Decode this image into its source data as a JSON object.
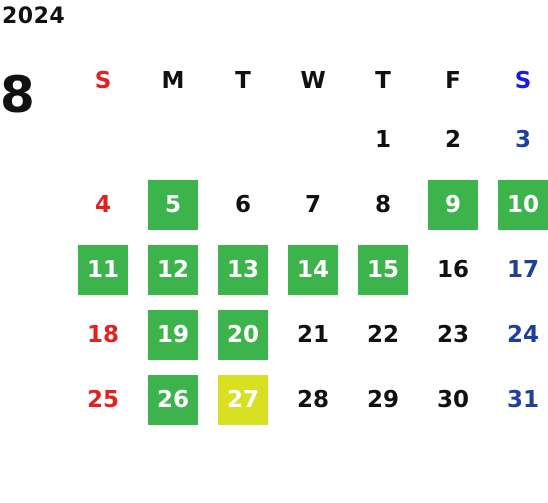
{
  "year": "2024",
  "month": "8",
  "colors": {
    "holiday_bg": "#3cb44b",
    "today_bg": "#d9e021",
    "sunday": "#e02222",
    "saturday": "#1f3f9a",
    "saturday_header": "#1a1ae6"
  },
  "weekdays": [
    "S",
    "M",
    "T",
    "W",
    "T",
    "F",
    "S"
  ],
  "weeks": [
    [
      null,
      null,
      null,
      null,
      {
        "d": "1"
      },
      {
        "d": "2"
      },
      {
        "d": "3"
      }
    ],
    [
      {
        "d": "4"
      },
      {
        "d": "5",
        "mark": "green"
      },
      {
        "d": "6"
      },
      {
        "d": "7"
      },
      {
        "d": "8"
      },
      {
        "d": "9",
        "mark": "green"
      },
      {
        "d": "10",
        "mark": "green"
      }
    ],
    [
      {
        "d": "11",
        "mark": "green"
      },
      {
        "d": "12",
        "mark": "green"
      },
      {
        "d": "13",
        "mark": "green"
      },
      {
        "d": "14",
        "mark": "green"
      },
      {
        "d": "15",
        "mark": "green"
      },
      {
        "d": "16"
      },
      {
        "d": "17"
      }
    ],
    [
      {
        "d": "18"
      },
      {
        "d": "19",
        "mark": "green"
      },
      {
        "d": "20",
        "mark": "green"
      },
      {
        "d": "21"
      },
      {
        "d": "22"
      },
      {
        "d": "23"
      },
      {
        "d": "24"
      }
    ],
    [
      {
        "d": "25"
      },
      {
        "d": "26",
        "mark": "green"
      },
      {
        "d": "27",
        "mark": "yellow"
      },
      {
        "d": "28"
      },
      {
        "d": "29"
      },
      {
        "d": "30"
      },
      {
        "d": "31"
      }
    ]
  ]
}
